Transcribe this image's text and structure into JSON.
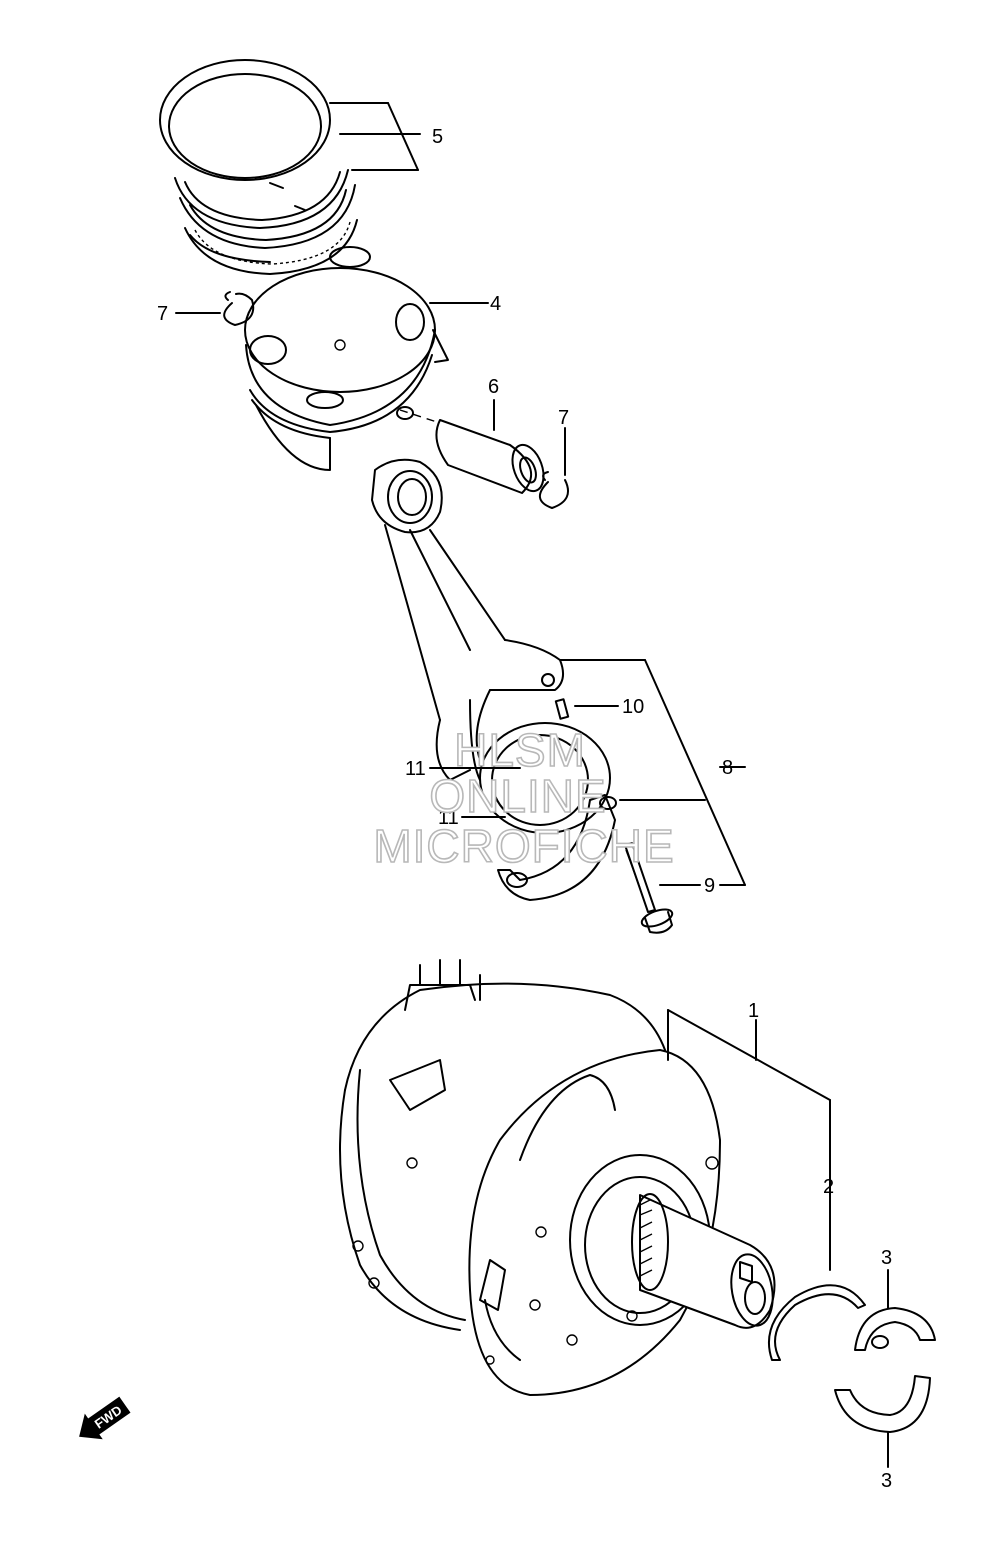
{
  "callouts": {
    "piston_rings": "5",
    "piston": "4",
    "circlip_left": "7",
    "piston_pin": "6",
    "circlip_right": "7",
    "conrod_bearing": "10",
    "conrod_assembly": "8",
    "crank_pin_bearing_a": "11",
    "crank_pin_bearing_b": "11",
    "conrod_bolt": "9",
    "crankshaft_assembly": "1",
    "thrust_washer": "2",
    "journal_bearing_upper": "3",
    "journal_bearing_lower": "3"
  },
  "watermark": {
    "line1": "HLSM",
    "line2": "ONLINE",
    "line3": "MICROFICHE"
  },
  "fwd_badge": {
    "label": "FWD",
    "icon": "forward-arrow-icon"
  }
}
